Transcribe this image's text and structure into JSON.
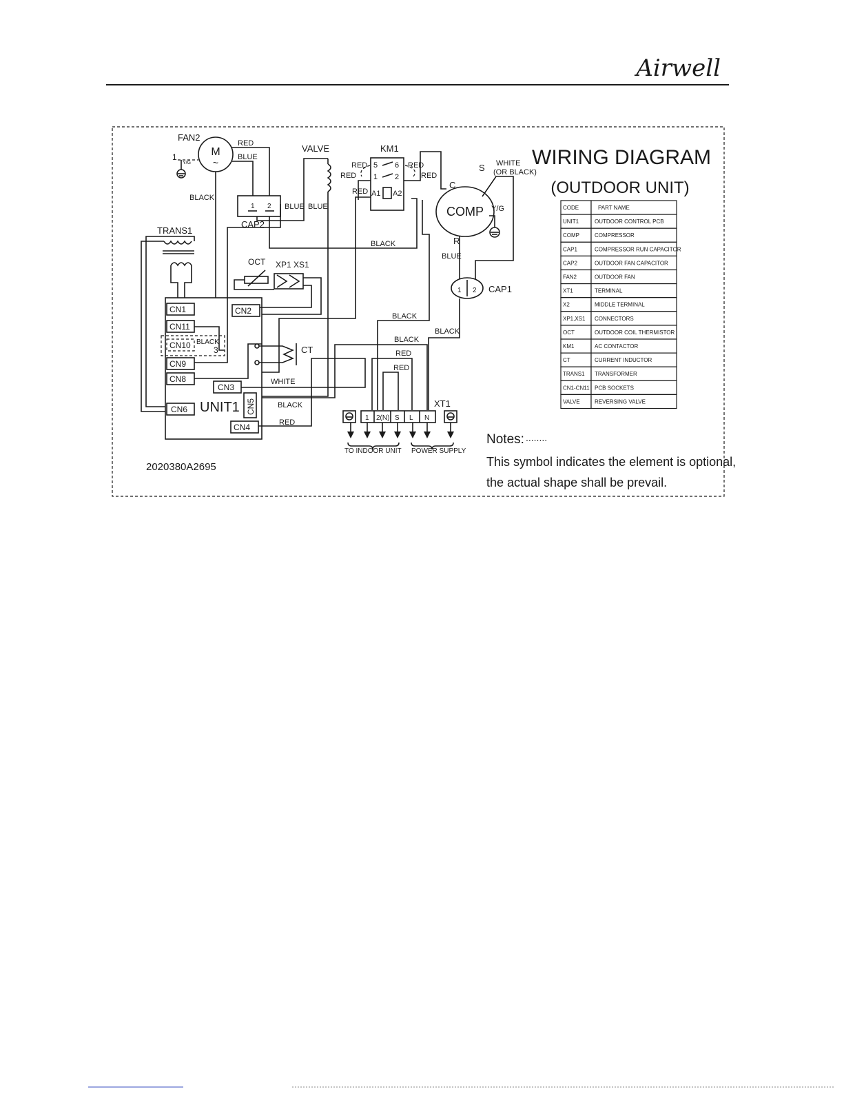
{
  "header": {
    "brand": "Airwell"
  },
  "diagram": {
    "title": "WIRING DIAGRAM",
    "subtitle": "(OUTDOOR UNIT)",
    "drawing_number": "2020380A2695",
    "components": {
      "fan2": "FAN2",
      "motor_symbol": "M",
      "valve": "VALVE",
      "km1": "KM1",
      "cap2": "CAP2",
      "cap1": "CAP1",
      "comp": "COMP",
      "trans1": "TRANS1",
      "oct": "OCT",
      "xp1": "XP1",
      "xs1": "XS1",
      "ct": "CT",
      "unit1": "UNIT1",
      "xt1": "XT1"
    },
    "connectors": [
      "CN1",
      "CN11",
      "CN10",
      "CN9",
      "CN8",
      "CN6",
      "CN2",
      "CN3",
      "CN5",
      "CN4"
    ],
    "wire_labels": {
      "red": "RED",
      "blue": "BLUE",
      "black": "BLACK",
      "white": "WHITE",
      "white_or_black_1": "WHITE",
      "white_or_black_2": "(OR BLACK)",
      "yg": "Y/G"
    },
    "pin_labels": {
      "fan_one": "1",
      "cap_pin1": "1",
      "cap_pin2": "2",
      "km_5": "5",
      "km_6": "6",
      "km_1": "1",
      "km_2": "2",
      "km_a1": "A1",
      "km_a2": "A2",
      "comp_c": "C",
      "comp_s": "S",
      "comp_r": "R",
      "cn10_pin": "3"
    },
    "terminals": [
      "1",
      "2(N)",
      "S",
      "L",
      "N"
    ],
    "to_indoor": "TO INDOOR UNIT",
    "power_supply": "POWER SUPPLY",
    "notes_label": "Notes:",
    "notes_dots": "........",
    "note_line1": "This symbol  indicates the element is optional,",
    "note_line2": "the actual shape shall be prevail.",
    "legend": {
      "header": [
        "CODE",
        "PART NAME"
      ],
      "rows": [
        [
          "UNIT1",
          "OUTDOOR CONTROL PCB"
        ],
        [
          "COMP",
          "COMPRESSOR"
        ],
        [
          "CAP1",
          "COMPRESSOR RUN CAPACITOR"
        ],
        [
          "CAP2",
          "OUTDOOR FAN CAPACITOR"
        ],
        [
          "FAN2",
          "OUTDOOR FAN"
        ],
        [
          "XT1",
          "TERMINAL"
        ],
        [
          "X2",
          "MIDDLE TERMINAL"
        ],
        [
          "XP1,XS1",
          "CONNECTORS"
        ],
        [
          "OCT",
          "OUTDOOR COIL THERMISTOR"
        ],
        [
          "KM1",
          "AC CONTACTOR"
        ],
        [
          "CT",
          "CURRENT INDUCTOR"
        ],
        [
          "TRANS1",
          "TRANSFORMER"
        ],
        [
          "CN1-CN11",
          "PCB SOCKETS"
        ],
        [
          "VALVE",
          "REVERSING VALVE"
        ]
      ]
    }
  }
}
